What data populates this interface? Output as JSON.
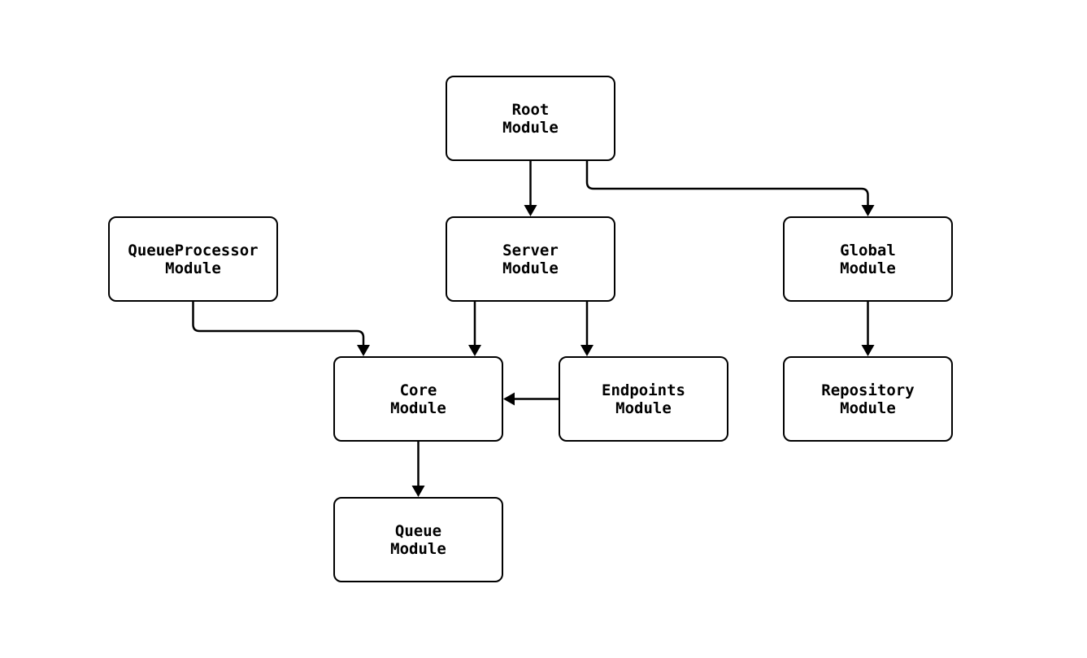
{
  "diagram": {
    "type": "flowchart",
    "nodes": [
      {
        "id": "root",
        "label_line1": "Root",
        "label_line2": "Module"
      },
      {
        "id": "queueProcessor",
        "label_line1": "QueueProcessor",
        "label_line2": "Module"
      },
      {
        "id": "server",
        "label_line1": "Server",
        "label_line2": "Module"
      },
      {
        "id": "global",
        "label_line1": "Global",
        "label_line2": "Module"
      },
      {
        "id": "core",
        "label_line1": "Core",
        "label_line2": "Module"
      },
      {
        "id": "endpoints",
        "label_line1": "Endpoints",
        "label_line2": "Module"
      },
      {
        "id": "repository",
        "label_line1": "Repository",
        "label_line2": "Module"
      },
      {
        "id": "queue",
        "label_line1": "Queue",
        "label_line2": "Module"
      }
    ],
    "edges": [
      {
        "from": "root",
        "to": "server"
      },
      {
        "from": "root",
        "to": "global"
      },
      {
        "from": "queueProcessor",
        "to": "core"
      },
      {
        "from": "server",
        "to": "core"
      },
      {
        "from": "server",
        "to": "endpoints"
      },
      {
        "from": "endpoints",
        "to": "core"
      },
      {
        "from": "global",
        "to": "repository"
      },
      {
        "from": "core",
        "to": "queue"
      }
    ],
    "colors": {
      "background": "#ffffff",
      "node_fill": "#ffffff",
      "stroke": "#000000",
      "text": "#000000"
    }
  }
}
